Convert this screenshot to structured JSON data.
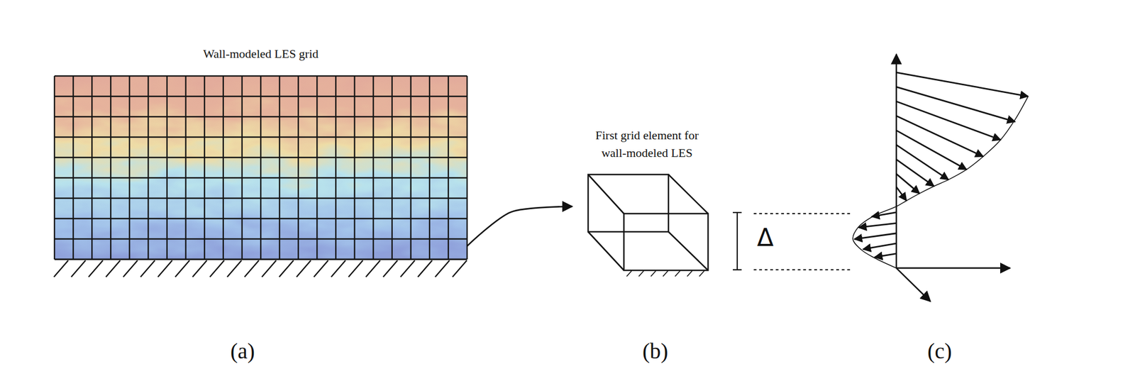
{
  "diagram": {
    "nodes": [
      {
        "text": [
          "Wall-modeled LES grid"
        ]
      },
      {
        "text": [
          "First grid element for wall-modeled LES"
        ]
      }
    ],
    "edges": [
      {
        "from": 0,
        "to": 1,
        "arrow": "to"
      }
    ],
    "labels": [
      "Δ",
      "(a)",
      "(b)",
      "(c)"
    ]
  }
}
